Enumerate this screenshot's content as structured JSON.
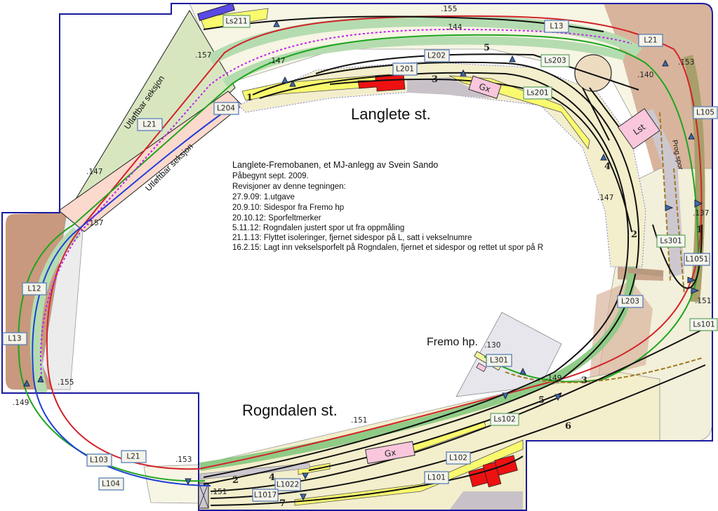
{
  "titles": {
    "langlete": "Langlete st.",
    "rogndalen": "Rogndalen st.",
    "fremo": "Fremo hp.",
    "lift1": "Utløftbar seksjon",
    "lift2": "Utløftbar seksjon",
    "prog": "Prog.spor"
  },
  "info": {
    "heading": "Langlete-Fremobanen, et MJ-anlegg av Svein Sando",
    "started": "Påbegynt sept. 2009.",
    "revisions_title": "Revisjoner av denne tegningen:",
    "revisions": [
      "27.9.09: 1.utgave",
      "20.9.10: Sidespor fra Fremo hp",
      "20.10.12: Sporfeltmerker",
      "5.11.12: Rogndalen justert spor ut fra oppmåling",
      "21.1.13:  Flyttet isoleringer, fjernet sidespor på L, satt i vekselnumre",
      "16.2.15: Lagt inn vekselsporfelt på Rogndalen, fjernet et sidespor og rettet ut spor på R"
    ]
  },
  "labels": [
    "Ls211",
    "L13",
    "L21",
    "L202",
    "Ls203",
    "L201",
    "Ls201",
    "L204",
    "L105",
    "L21",
    "Ls301",
    "L1051",
    "L12",
    "L203",
    "Ls101",
    "L13",
    "L301",
    "Ls102",
    "L102",
    "L21",
    "L103",
    "L101",
    "L104",
    "L1022",
    "L1017"
  ],
  "buildings": {
    "gx1": "Gx",
    "lst": "Lst",
    "gx2": "Gx"
  },
  "elevations": [
    ".155",
    ".144",
    ".157",
    ".147",
    ".153",
    ".140",
    ".147",
    ".137",
    ".151",
    ".130",
    ".149",
    ".151",
    ".153",
    ".155",
    ".149",
    ".157",
    ".147",
    ".151"
  ],
  "switch_numbers": [
    "5",
    "3",
    "1",
    "4",
    "2",
    "1",
    "3",
    "5",
    "6",
    "2",
    "4",
    "7"
  ],
  "colors": {
    "red_line": "#d2232a",
    "green_line": "#1ea51e",
    "blue_line": "#1f3fd6",
    "border": "#1a1aa0",
    "platform": "#fafa6e",
    "building": "#ee1111",
    "brown": "#d8b49c",
    "green_band": "#b5dcb0"
  }
}
